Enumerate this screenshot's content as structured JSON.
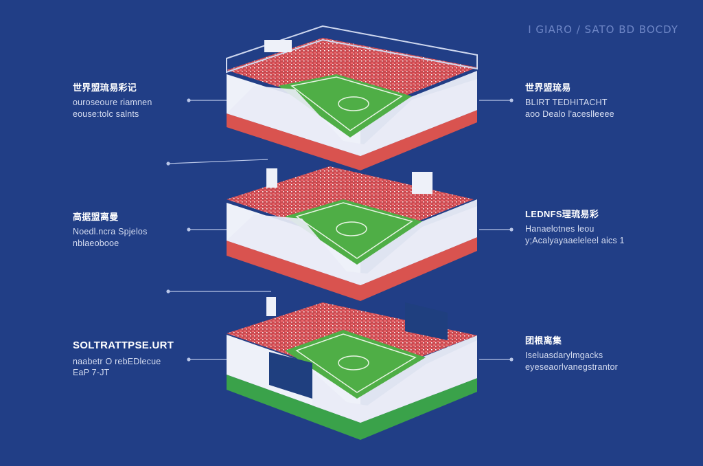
{
  "header": "I GIARO / SATO BD BOCDY",
  "colors": {
    "background": "#213e86",
    "pitch": "#4fae46",
    "seats": "#e0545a",
    "wall": "#e9ecf6",
    "band_red": "#d9534f",
    "band_green": "#3aa24a"
  },
  "levels": [
    {
      "left": {
        "title": "世界盟琉易彩记",
        "lines": [
          "ouroseoure riamnen",
          "eouse:tolc salnts"
        ]
      },
      "right": {
        "title": "世界盟琉易",
        "lines": [
          "BLIRT TEDHITACHT",
          "aoo Dealo l'aceslleeee"
        ]
      },
      "band": "red"
    },
    {
      "left": {
        "title": "高据盟离曼",
        "lines": [
          "Noedl.ncra  Spjelos",
          "nblaeobooe"
        ]
      },
      "right": {
        "title": "LEDNFS理琉易彩",
        "lines": [
          "Hanaelotnes leou",
          "y;Acalyayaaeleleel aics  1"
        ]
      },
      "band": "red"
    },
    {
      "left": {
        "title": "SOLTRATTPSE.URT",
        "lines": [
          "naabetr O rebEDlecue",
          "EaP 7-JT"
        ]
      },
      "right": {
        "title": "团根离集",
        "lines": [
          "Iseluasdarylmgacks",
          "eyeseaorlvanegstrantor"
        ]
      },
      "band": "green"
    }
  ]
}
